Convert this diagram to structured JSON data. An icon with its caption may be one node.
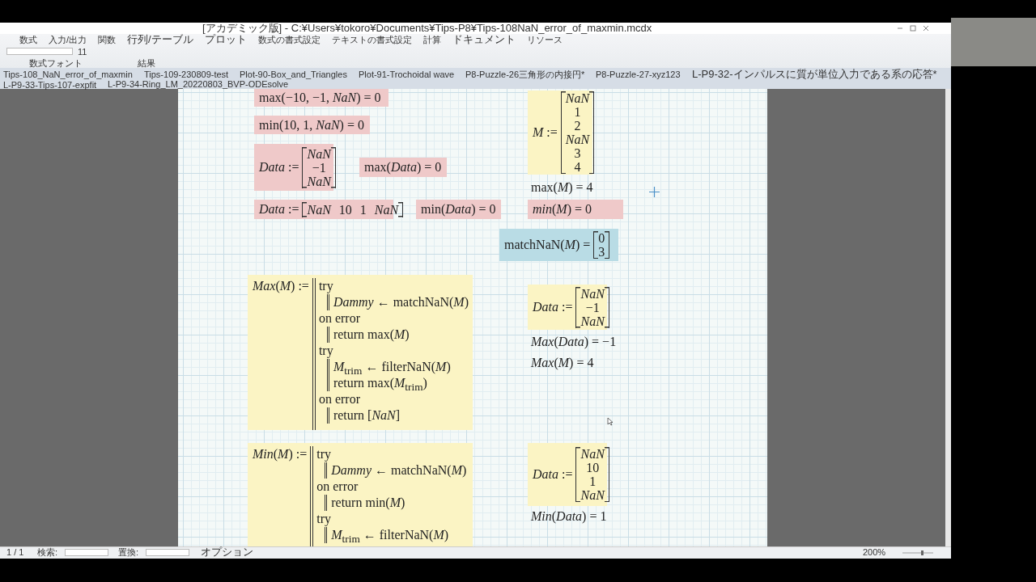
{
  "diagram": {
    "nodes": [
      {
        "text": [
          "max(−10, −1, *NaN*) = 0"
        ]
      },
      {
        "text": [
          "*M* :=",
          "*NaN*",
          "1",
          "2",
          "*NaN*",
          "3",
          "4"
        ]
      },
      {
        "text": [
          "min(10, 1, *NaN*) = 0"
        ]
      },
      {
        "text": [
          "*Data* :=",
          "*NaN*",
          "−1",
          "*NaN*"
        ]
      },
      {
        "text": [
          "max(*Data*) = 0"
        ]
      },
      {
        "text": [
          "*Data* :=",
          "*NaN*",
          "10",
          "1",
          "*NaN*"
        ]
      },
      {
        "text": [
          "min(*Data*) = 0"
        ]
      },
      {
        "text": [
          "*min*(*M*) = 0"
        ]
      },
      {
        "text": [
          "matchNaN(*M*) =",
          "0",
          "3"
        ]
      },
      {
        "text": [
          "*Max*(*M*) :=",
          "try",
          "*Dammy* ← matchNaN(*M*)",
          "on error",
          "return max(*M*)",
          "try",
          "*M*$_{trim}$ ← filterNaN(*M*)",
          "return max(*M*$_{trim}$)",
          "on error",
          "return [*NaN*]"
        ]
      },
      {
        "text": [
          "*Data* :=",
          "*NaN*",
          "−1",
          "*NaN*"
        ]
      },
      {
        "text": [
          "*Min*(*M*) :=",
          "try",
          "*Dammy* ← matchNaN(*M*)",
          "on error",
          "return min(*M*)",
          "try",
          "*M*$_{trim}$ ← filterNaN(*M*)"
        ]
      },
      {
        "text": [
          "*Data* :=",
          "*NaN*",
          "10",
          "1",
          "*NaN*"
        ]
      }
    ],
    "labels": [
      "[アカデミック版] - C:¥Users¥tokoro¥Documents¥Tips-P8¥Tips-108NaN_error_of_maxmin.mcdx",
      "数式",
      "入力/出力",
      "関数",
      "行列/テーブル",
      "プロット",
      "数式の書式設定",
      "テキストの書式設定",
      "計算",
      "ドキュメント",
      "リソース",
      "11",
      "数式フォント",
      "結果",
      "Tips-108_NaN_error_of_maxmin",
      "Tips-109-230809-test",
      "Plot-90-Box_and_Triangles",
      "Plot-91-Trochoidal wave",
      "P8-Puzzle-26三角形の内接円*",
      "P8-Puzzle-27-xyz123",
      "L-P9-32-インパルスに質が単位入力である系の応答*",
      "L-P9-33-Tips-107-expfit",
      "L-P9-34-Ring_LM_20220803_BVP-ODEsolve",
      "max(*M*) = 4",
      "*Max*(*Data*) = −1",
      "*Max*(*M*) = 4",
      "*Min*(*Data*) = 1",
      "1 / 1",
      "検索:",
      "置換:",
      "オプション",
      "200%"
    ]
  }
}
